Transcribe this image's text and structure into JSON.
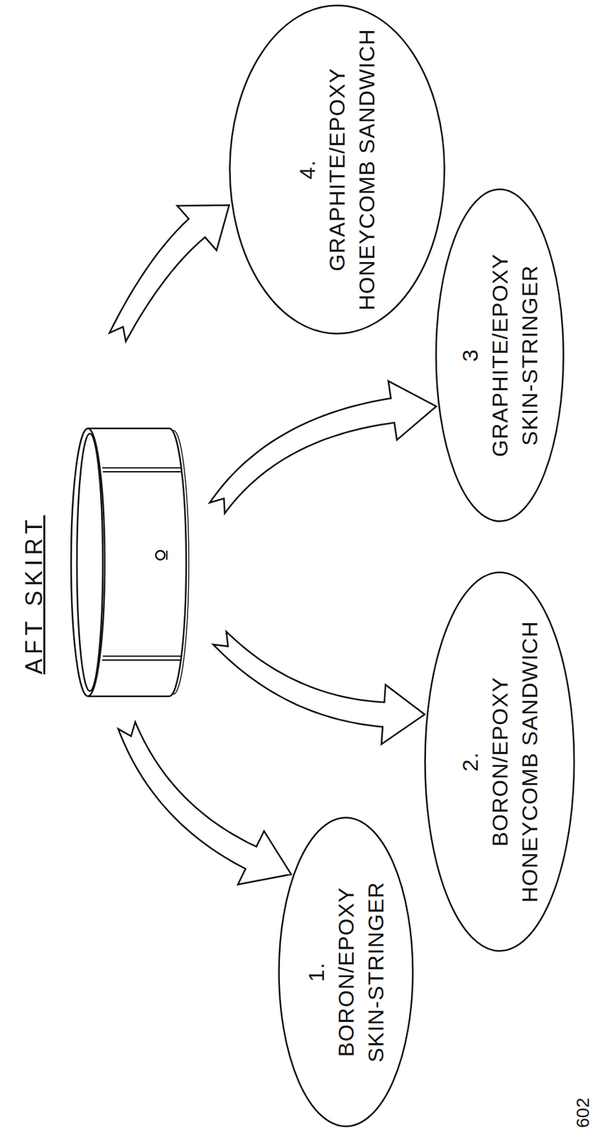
{
  "diagram": {
    "title": "AFT SKIRT",
    "nodes": [
      {
        "text": [
          "1.",
          "BORON/EPOXY SKIN-STRINGER"
        ]
      },
      {
        "text": [
          "2.",
          "BORON/EPOXY HONEYCOMB SANDWICH"
        ]
      },
      {
        "text": [
          "3",
          "GRAPHITE/EPOXY SKIN-STRINGER"
        ]
      },
      {
        "text": [
          "4.",
          "GRAPHITE/EPOXY HONEYCOMB SANDWICH"
        ]
      }
    ],
    "labels": [
      "602"
    ]
  }
}
